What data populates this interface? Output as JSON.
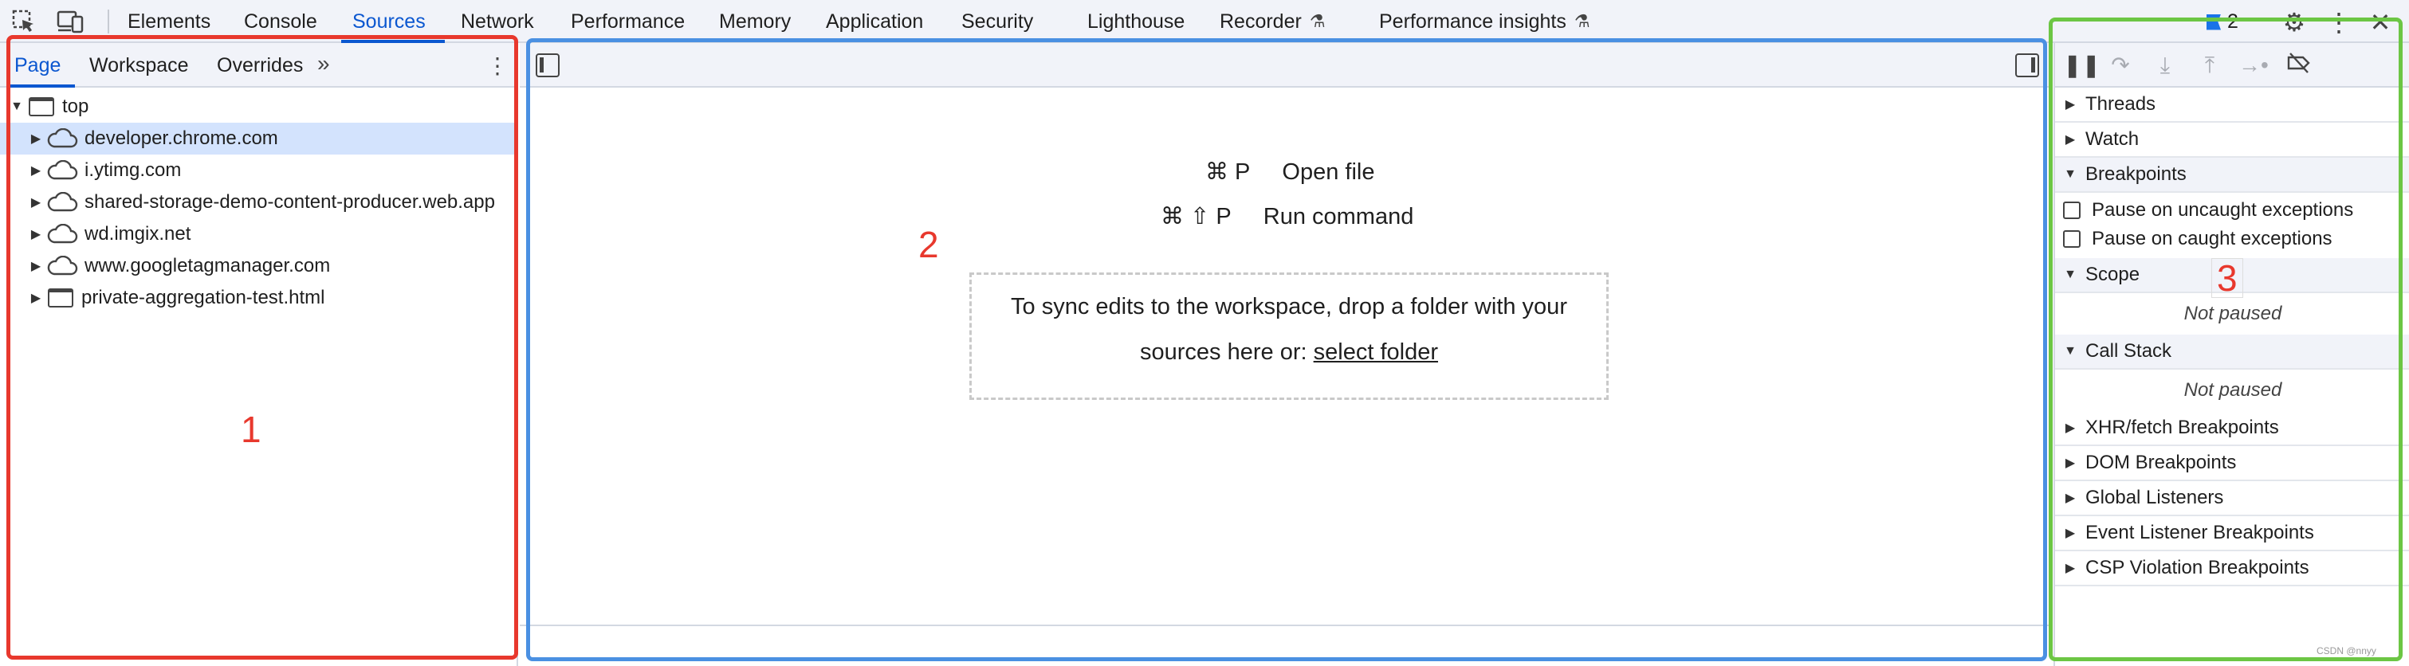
{
  "toolbar": {
    "tabs": [
      {
        "label": "Elements"
      },
      {
        "label": "Console"
      },
      {
        "label": "Sources",
        "active": true
      },
      {
        "label": "Network"
      },
      {
        "label": "Performance"
      },
      {
        "label": "Memory"
      },
      {
        "label": "Application"
      },
      {
        "label": "Security"
      },
      {
        "label": "Lighthouse"
      },
      {
        "label": "Recorder",
        "icon": "flask-icon"
      },
      {
        "label": "Performance insights",
        "icon": "flask-icon"
      }
    ],
    "issues_count": "2",
    "icons": [
      "inspect-icon",
      "device-toggle-icon",
      "issues-flag-icon",
      "gear-icon",
      "kebab-menu-icon",
      "close-icon"
    ]
  },
  "navigator": {
    "tabs": [
      {
        "label": "Page",
        "active": true
      },
      {
        "label": "Workspace"
      },
      {
        "label": "Overrides"
      }
    ],
    "tree": {
      "root": {
        "label": "top",
        "icon": "frame-icon",
        "expanded": true
      },
      "children": [
        {
          "label": "developer.chrome.com",
          "icon": "cloud-icon",
          "selected": true
        },
        {
          "label": "i.ytimg.com",
          "icon": "cloud-icon"
        },
        {
          "label": "shared-storage-demo-content-producer.web.app",
          "icon": "cloud-icon"
        },
        {
          "label": "wd.imgix.net",
          "icon": "cloud-icon"
        },
        {
          "label": "www.googletagmanager.com",
          "icon": "cloud-icon"
        },
        {
          "label": "private-aggregation-test.html",
          "icon": "frame-icon"
        }
      ]
    }
  },
  "editor": {
    "shortcuts": [
      {
        "keys": "⌘ P",
        "label": "Open file"
      },
      {
        "keys": "⌘ ⇧ P",
        "label": "Run command"
      }
    ],
    "dropzone": {
      "line1": "To sync edits to the workspace, drop a folder with your",
      "line2_prefix": "sources here or: ",
      "link": "select folder"
    }
  },
  "debugger": {
    "sections": {
      "threads": "Threads",
      "watch": "Watch",
      "breakpoints": "Breakpoints",
      "scope": "Scope",
      "call_stack": "Call Stack",
      "xhr": "XHR/fetch Breakpoints",
      "dom": "DOM Breakpoints",
      "global": "Global Listeners",
      "event": "Event Listener Breakpoints",
      "csp": "CSP Violation Breakpoints"
    },
    "checkboxes": {
      "uncaught": "Pause on uncaught exceptions",
      "caught": "Pause on caught exceptions"
    },
    "not_paused": "Not paused"
  },
  "annotations": [
    {
      "number": "1",
      "color": "#e8382d"
    },
    {
      "number": "2",
      "color": "#e8382d"
    },
    {
      "number": "3",
      "color": "#e8382d"
    }
  ],
  "annotation_box_colors": {
    "left": "#e8382d",
    "center": "#4a90e2",
    "right": "#6cc644"
  },
  "watermark": "CSDN @nnyy"
}
